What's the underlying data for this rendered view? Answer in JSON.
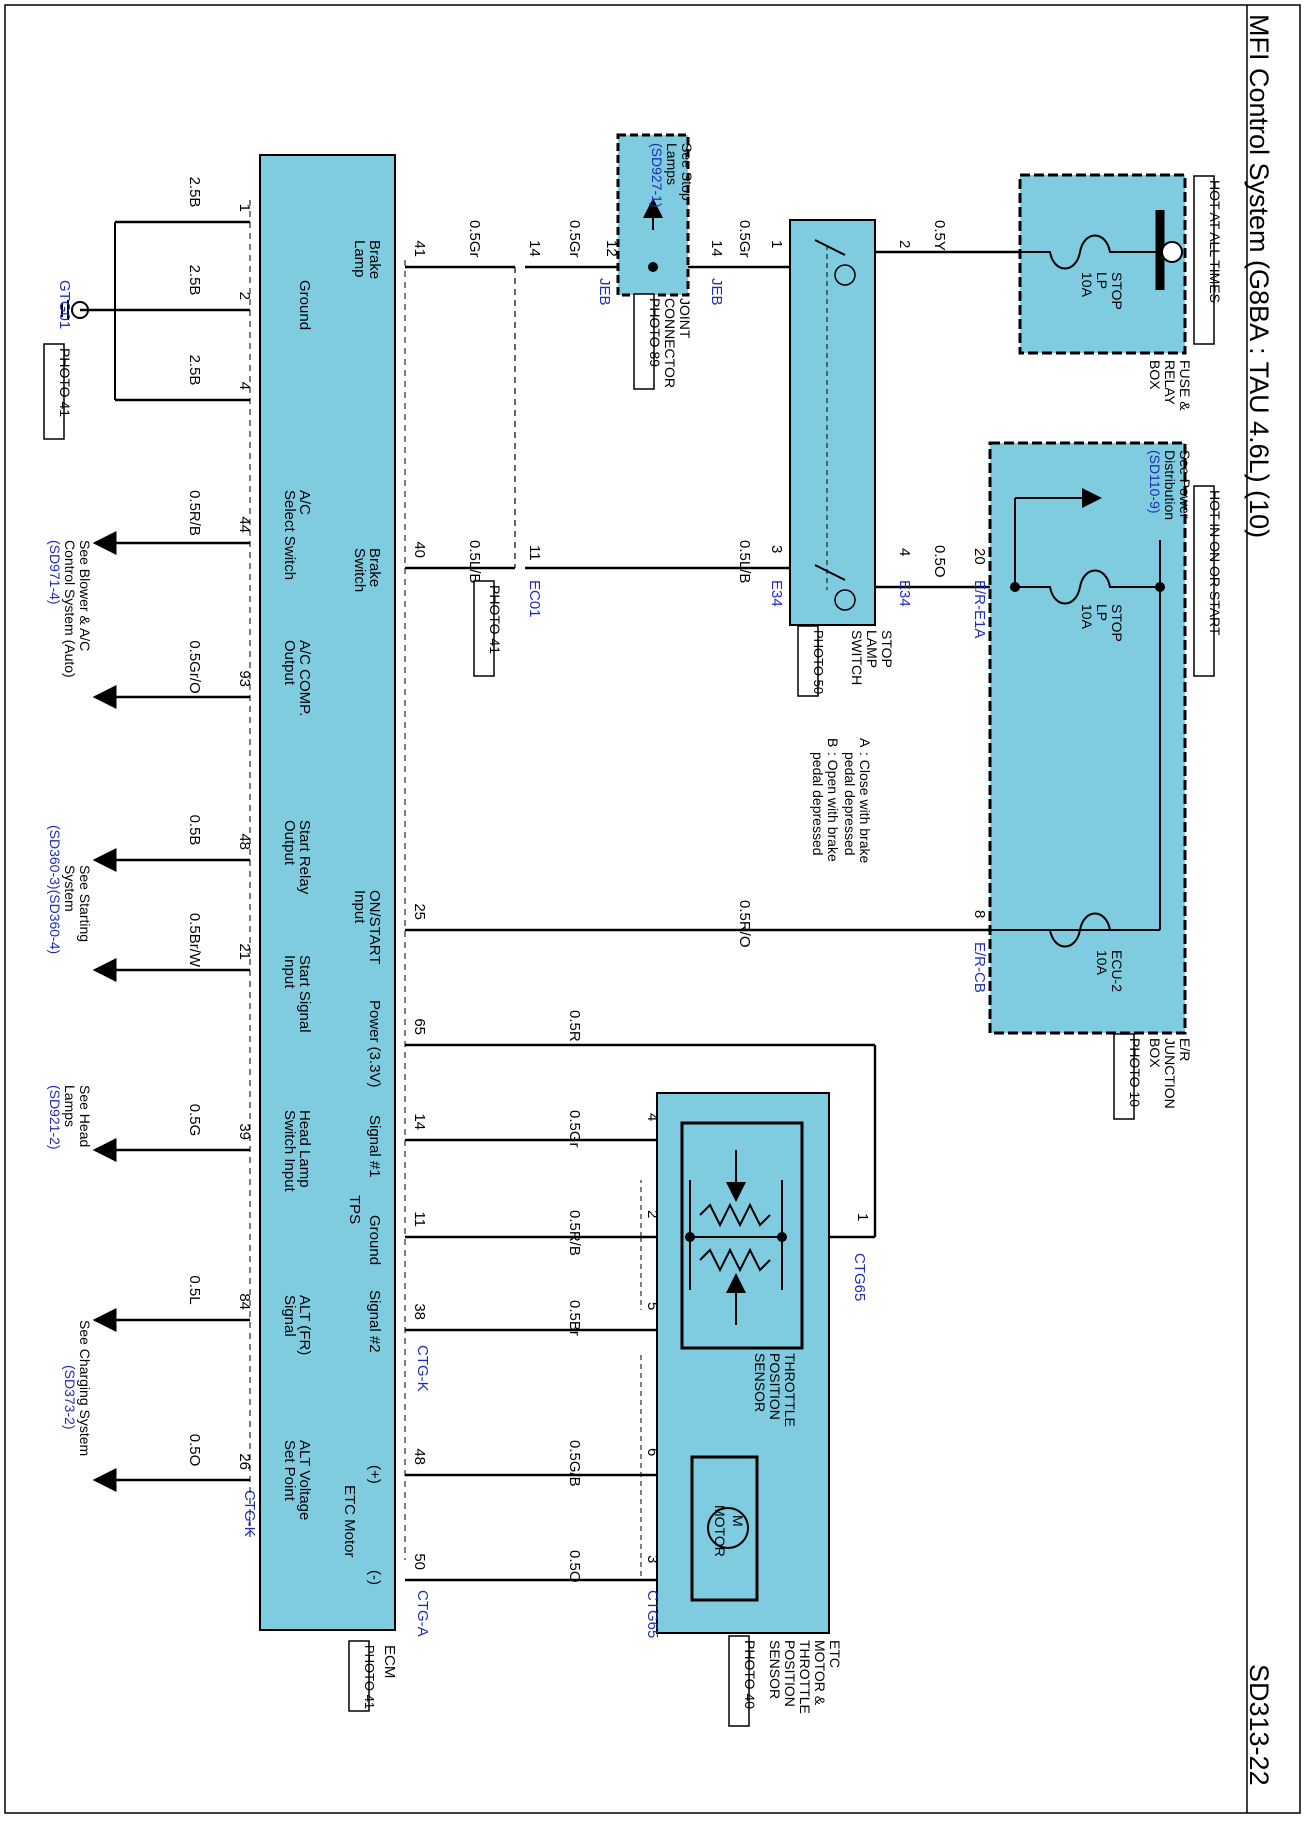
{
  "header": {
    "title": "MFI Control System (G8BA : TAU 4.6L) (10)",
    "page_code": "SD313-22"
  },
  "colors": {
    "module_fill": "#7fcbe0",
    "wire": "#000000",
    "link_text": "#1f2db5"
  },
  "supplies": {
    "hot_at_all_times": "HOT AT ALL TIMES",
    "hot_in_on_or_start": "HOT IN ON OR START"
  },
  "fuse_relay_box": {
    "name": [
      "FUSE &",
      "RELAY",
      "BOX"
    ],
    "fuse_name": [
      "STOP",
      "LP",
      "10A"
    ]
  },
  "junction_box": {
    "name": [
      "E/R",
      "JUNCTION",
      "BOX"
    ],
    "photo": "PHOTO 10",
    "power_ref": [
      "See Power",
      "Distribution"
    ],
    "power_link": "(SD110-9)",
    "fuse1": [
      "STOP",
      "LP",
      "10A"
    ],
    "fuse2": [
      "ECU-2",
      "10A"
    ]
  },
  "stop_lamp_switch": {
    "name": [
      "STOP",
      "LAMP",
      "SWITCH"
    ],
    "photo": [
      "PHOTO",
      "50"
    ],
    "notes": [
      {
        "tag": "A",
        "lines": [
          ": Close with brake",
          "pedal depressed"
        ]
      },
      {
        "tag": "B",
        "lines": [
          ": Open with brake",
          "pedal depressed"
        ]
      }
    ]
  },
  "joint_connector": {
    "name": [
      "JOINT",
      "CONNECTOR"
    ],
    "photo": "PHOTO 89",
    "see": [
      "See Stop",
      "Lamps"
    ],
    "see_link": "(SD927-1)"
  },
  "ecm": {
    "name": "ECM",
    "photo": [
      "PHOTO",
      "41"
    ],
    "labels": [
      [
        "Brake",
        "Lamp"
      ],
      [
        "Ground"
      ],
      [
        "Brake",
        "Switch"
      ],
      [
        "A/C",
        "Select Switch"
      ],
      [
        "A/C COMP.",
        "Output"
      ],
      [
        "ON/START",
        "Input"
      ],
      [
        "Start Relay",
        "Output"
      ],
      [
        "Start Signal",
        "Input"
      ],
      [
        "Head Lamp",
        "Switch Input"
      ],
      [
        "ALT (FR)",
        "Signal"
      ],
      [
        "ALT Voltage",
        "Set Point"
      ],
      [
        "TPS"
      ],
      [
        "ETC Motor"
      ],
      [
        "Power (3.3V)"
      ],
      [
        "Signal #1"
      ],
      [
        "Ground"
      ],
      [
        "Signal #2"
      ],
      [
        "(+)"
      ],
      [
        "(-)"
      ]
    ]
  },
  "etc": {
    "name": [
      "ETC",
      "MOTOR &",
      "THROTTLE",
      "POSITION",
      "SENSOR"
    ],
    "photo": "PHOTO 40",
    "tps_name": [
      "THROTTLE",
      "POSITION",
      "SENSOR"
    ],
    "motor": "MOTOR",
    "m": "M"
  },
  "ground": {
    "link": "GTG01",
    "photo": "PHOTO 41"
  },
  "see_refs": {
    "blower": {
      "lines": [
        "See Blower & A/C",
        "Control System (Auto)"
      ],
      "link": "(SD971-4)"
    },
    "starting": {
      "lines": [
        "See Starting",
        "System"
      ],
      "link": "(SD360-3)(SD360-4)"
    },
    "headlamps": {
      "lines": [
        "See Head",
        "Lamps"
      ],
      "link": "(SD921-2)"
    },
    "charging": {
      "lines": [
        "See Charging System"
      ],
      "link": "(SD373-2)"
    }
  },
  "pins": [
    "1",
    "2",
    "4",
    "44",
    "93",
    "48",
    "21",
    "39",
    "84",
    "26",
    "41",
    "40",
    "25",
    "65",
    "14",
    "11",
    "38",
    "48",
    "50",
    "14",
    "12",
    "14",
    "11",
    "1",
    "3",
    "2",
    "4",
    "20",
    "8",
    "4",
    "2",
    "5",
    "6",
    "3",
    "1"
  ],
  "wires": [
    "2.5B",
    "2.5B",
    "2.5B",
    "0.5R/B",
    "0.5Gr/O",
    "0.5B",
    "0.5Br/W",
    "0.5G",
    "0.5L",
    "0.5O",
    "0.5Gr",
    "0.5Gr",
    "0.5Gr",
    "0.5L/B",
    "0.5L/B",
    "0.5R/O",
    "0.5R",
    "0.5Gr",
    "0.5R/B",
    "0.5Br",
    "0.5G/B",
    "0.5O",
    "0.5Y",
    "0.5O"
  ],
  "connectors": [
    "JEB",
    "JEB",
    "EC01",
    "E34",
    "E34",
    "E/R-E1A",
    "E/R-CB",
    "CTG-K",
    "CTG-A",
    "CTG65",
    "CTG65",
    "CTG-K"
  ],
  "photos": [
    "PHOTO 41"
  ]
}
